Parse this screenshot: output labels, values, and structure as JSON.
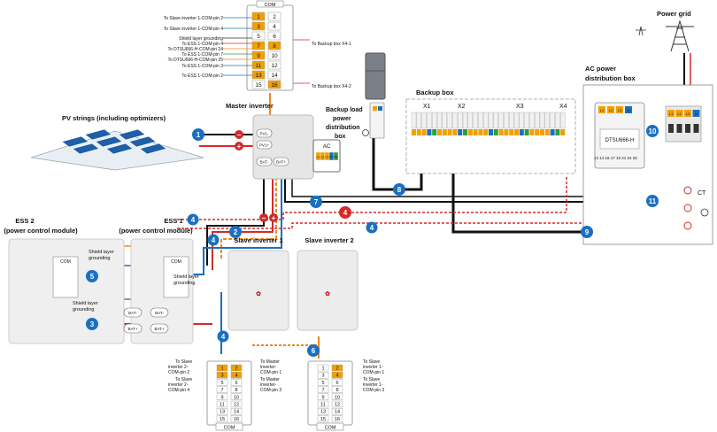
{
  "top_com": {
    "header": "COM",
    "rows": [
      {
        "l": "1",
        "r": "2"
      },
      {
        "l": "3",
        "r": "4"
      },
      {
        "l": "5",
        "r": "6"
      },
      {
        "l": "7",
        "r": "8"
      },
      {
        "l": "9",
        "r": "10"
      },
      {
        "l": "11",
        "r": "12"
      },
      {
        "l": "13",
        "r": "14"
      },
      {
        "l": "15",
        "r": "16"
      }
    ],
    "left_notes": [
      "To Slave inverter 1-COM-pin 2",
      "To Slave inverter 1-COM-pin 4",
      "Shield layer grounding",
      "To ESS 1-COM-pin 4",
      "To DTSU666-H-COM-pin 24",
      "To ESS 1-COM-pin 7",
      "To DTSU666-H-COM-pin 25",
      "To ESS 1-COM-pin 3",
      "To ESS 1-COM-pin 2"
    ],
    "right_notes": [
      "To Backup box X4-1",
      "To Backup box X4-2"
    ]
  },
  "labels": {
    "pv_strings": "PV strings  (including optimizers)",
    "master_inverter": "Master inverter",
    "backup_load": "Backup load power distribution box",
    "backup_box": "Backup box",
    "ac_box": "AC power distribution box",
    "power_grid": "Power grid",
    "ess2": "ESS 2 (power control module)",
    "ess1": "ESS 1 (power control module)",
    "slave1": "Slave inverter 1",
    "slave2": "Slave inverter 2",
    "shield1": "Shield layer grounding",
    "shield2": "Shield layer grounding",
    "shield3": "Shield layer grounding",
    "ac_label": "AC",
    "ct": "CT",
    "meter": "DTSU666-H"
  },
  "terminals": {
    "pv1n": "PV1-",
    "pv1p": "PV1+",
    "batn": "BAT-",
    "batp": "BAT+",
    "ac_pins": [
      "L1",
      "L2",
      "L3",
      "N",
      "PE"
    ],
    "backup_groups": [
      "X1",
      "X2",
      "X3",
      "X4"
    ],
    "ess_bat": [
      "BAT-",
      "BAT+"
    ]
  },
  "markers": [
    "1",
    "2",
    "3",
    "4",
    "5",
    "6",
    "7",
    "8",
    "9",
    "10",
    "11"
  ],
  "slave1_com": {
    "header": "COM",
    "rows": [
      {
        "l": "1",
        "r": "2"
      },
      {
        "l": "3",
        "r": "4"
      },
      {
        "l": "5",
        "r": "6"
      },
      {
        "l": "7",
        "r": "8"
      },
      {
        "l": "9",
        "r": "10"
      },
      {
        "l": "11",
        "r": "12"
      },
      {
        "l": "13",
        "r": "14"
      },
      {
        "l": "15",
        "r": "16"
      }
    ],
    "left_notes": [
      "To Slave inverter 2-COM-pin 2",
      "To Slave inverter 2-COM-pin 4"
    ],
    "right_notes": [
      "To Master inverter-COM-pin 1",
      "To Master inverter-COM-pin 3"
    ]
  },
  "slave2_com": {
    "header": "COM",
    "right_notes": [
      "To Slave inverter 1-COM-pin 1",
      "To Slave inverter 1-COM-pin 3"
    ]
  },
  "colors": {
    "blue_marker": "#1b6fc2",
    "red_marker": "#d42a2a",
    "orange_pin": "#f2a000",
    "cable_black": "#111111",
    "cable_red": "#d42a2a",
    "cable_blue": "#1b6fc2",
    "cable_orange": "#e88a1c",
    "cable_green": "#2e9e3e"
  }
}
